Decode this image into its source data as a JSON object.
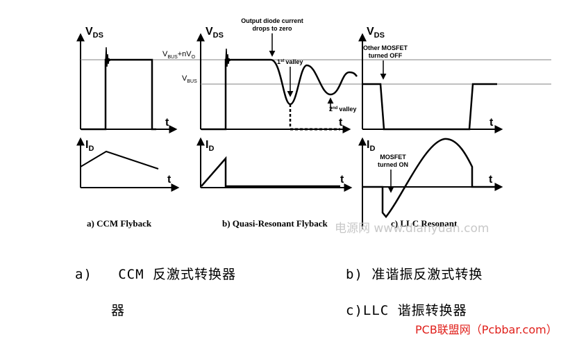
{
  "panel_a": {
    "vds_axis": "V",
    "vds_sub": "DS",
    "vds_t": "t",
    "id_axis": "I",
    "id_sub": "D",
    "id_t": "t",
    "level_label": "V",
    "level_sub": "BUS",
    "level_tail": "+nV",
    "level_tail_sub": "O",
    "caption": "a) CCM Flyback"
  },
  "panel_b": {
    "vds_axis": "V",
    "vds_sub": "DS",
    "vds_t": "t",
    "id_axis": "I",
    "id_sub": "D",
    "id_t": "t",
    "level_label": "V",
    "level_sub": "BUS",
    "note_top_1": "Output diode current",
    "note_top_2": "drops to zero",
    "valley1_num": "1",
    "valley1_sup": "st",
    "valley1_text": "valley",
    "valley2_num": "2",
    "valley2_sup": "nd",
    "valley2_text": "valley",
    "caption": "b) Quasi-Resonant Flyback"
  },
  "panel_c": {
    "vds_axis": "V",
    "vds_sub": "DS",
    "vds_t": "t",
    "id_axis": "I",
    "id_sub": "D",
    "id_t": "t",
    "note_off_1": "Other MOSFET",
    "note_off_2": "turned OFF",
    "note_on_1": "MOSFET",
    "note_on_2": "turned ON",
    "caption": "c) LLC Resonant"
  },
  "watermark": "电源网 www.dianyuan.com",
  "captions_cn": {
    "a": "a)   CCM 反激式转换器",
    "b": "b) 准谐振反激式转换",
    "b_cont": "器",
    "c": "c)LLC 谐振转换器"
  },
  "site_credit": "PCB联盟网（Pcbbar.com）",
  "colors": {
    "trace": "#000000",
    "level_line": "#9a9a9a",
    "watermark": "#c8c8c8",
    "site": "#e0201b"
  }
}
